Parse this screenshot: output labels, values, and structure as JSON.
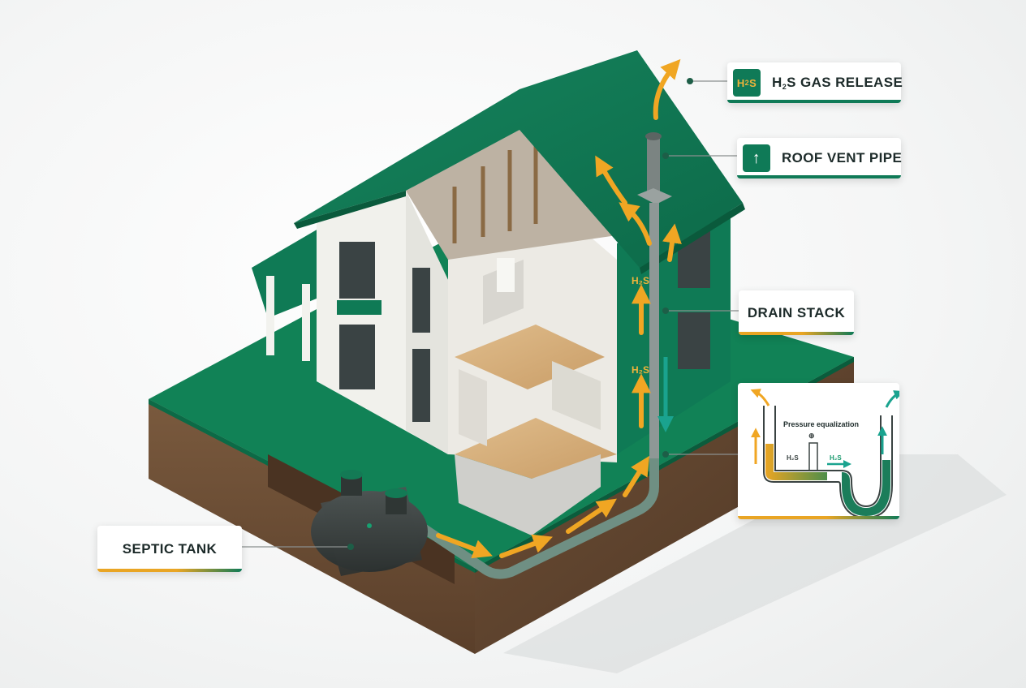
{
  "callouts": {
    "gas_release": {
      "badge_main": "H",
      "badge_sub": "2",
      "badge_tail": "S",
      "label_main": "H",
      "label_sub": "2",
      "label_tail": "S GAS RELEASE"
    },
    "roof_vent": {
      "badge_icon": "up-arrow-icon",
      "badge_glyph": "↑",
      "label": "ROOF VENT PIPE"
    },
    "drain_stack": {
      "label": "DRAIN STACK"
    },
    "septic_tank": {
      "label": "SEPTIC TANK"
    }
  },
  "inset": {
    "title": "Pressure equalization",
    "left_gas": "H₂S",
    "right_gas": "H₂S",
    "valve_symbol": "⊕"
  },
  "stack_labels": {
    "upper": "H₂S",
    "lower": "H₂S"
  },
  "colors": {
    "brand_green": "#0f7a57",
    "gas_orange": "#e9a524",
    "teal_flow": "#1aa38f",
    "soil_brown": "#6b4a30"
  }
}
